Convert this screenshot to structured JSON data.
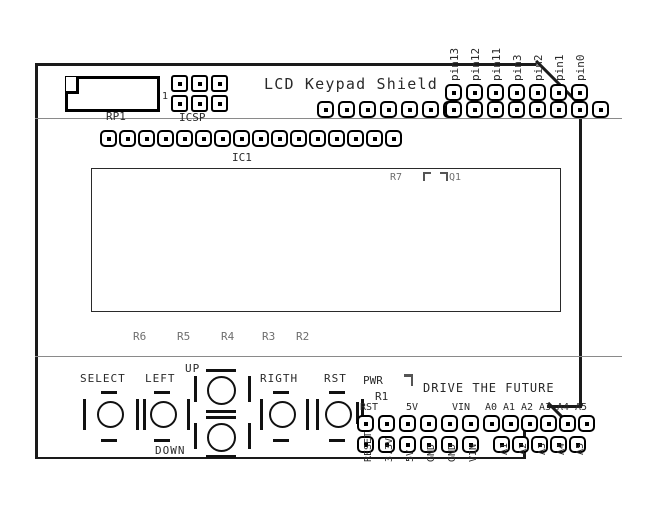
{
  "title": "LCD Keypad Shield",
  "board": {
    "silkscreen_color": "#000000",
    "background": "#ffffff",
    "title_text": "LCD Keypad Shield",
    "tagline": "DRIVE THE FUTURE"
  },
  "components": {
    "rp1_label": "RP1",
    "icsp_label": "ICSP",
    "icsp_marker": "1",
    "ic1_label": "IC1",
    "r7_label": "R7",
    "q1_label": "Q1",
    "r1_label": "R1",
    "pwr_label": "PWR",
    "resistors": [
      "R6",
      "R5",
      "R4",
      "R3",
      "R2"
    ]
  },
  "digital_header": {
    "top_pin_labels": [
      "pin13",
      "pin12",
      "pin11",
      "pin3",
      "pin2",
      "pin1",
      "pin0"
    ],
    "top_pad_count": 7,
    "bottom_pad_group_a": 8,
    "bottom_pad_group_b": 8
  },
  "ic1_header": {
    "pad_count": 16
  },
  "icsp_header": {
    "rows": 2,
    "cols": 3
  },
  "buttons": [
    {
      "name": "select-button",
      "label": "SELECT"
    },
    {
      "name": "left-button",
      "label": "LEFT"
    },
    {
      "name": "up-button",
      "label": "UP"
    },
    {
      "name": "down-button",
      "label": "DOWN"
    },
    {
      "name": "right-button",
      "label": "RIGTH"
    },
    {
      "name": "reset-button",
      "label": "RST"
    }
  ],
  "power_header": {
    "top_labels": [
      "RST",
      "5V",
      "VIN"
    ],
    "bottom_labels": [
      "RESET",
      "3.3V",
      "5V",
      "GND",
      "GND",
      "VIN"
    ],
    "pad_count_per_row": 6
  },
  "analog_header": {
    "top_labels": [
      "A0",
      "A1",
      "A2",
      "A3",
      "A4",
      "A5"
    ],
    "bottom_labels": [
      "A1",
      "A2",
      "A3",
      "A4",
      "A5"
    ],
    "top_pad_count": 6,
    "bottom_pad_count": 5
  }
}
